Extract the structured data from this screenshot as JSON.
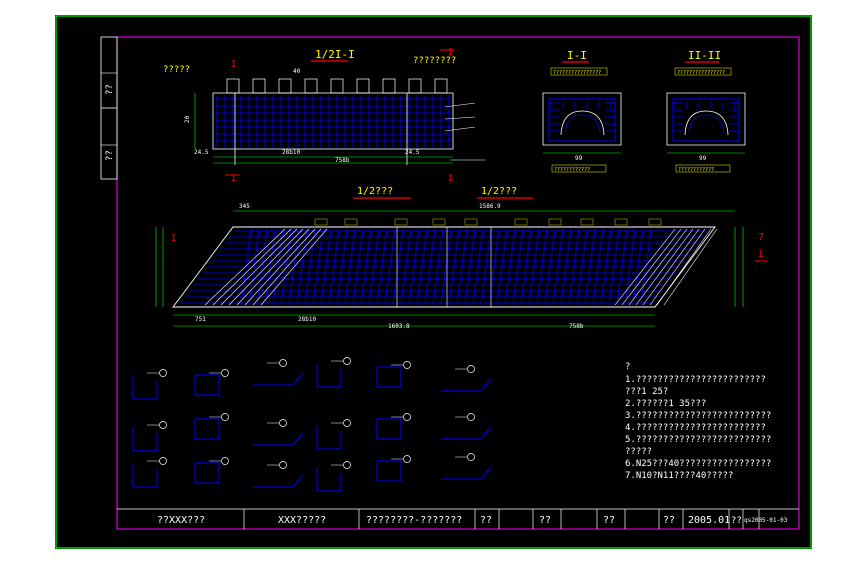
{
  "colors": {
    "background": "#000000",
    "frame": "#00ff00",
    "inner_frame": "#ff00ff",
    "rebar": "#0000ff",
    "dimension": "#00ff00",
    "section_mark": "#ff0000",
    "text": "#ffffff",
    "label": "#ffff00"
  },
  "side_strip": {
    "cell1": "??",
    "cell2": "??"
  },
  "top_view": {
    "title": "1/2I-I",
    "left_label": "?????",
    "right_label": "????????",
    "section_marks": [
      "I",
      "I"
    ],
    "dim_total": "758b",
    "dim_seg1": "28b10",
    "dim_left": "24.5",
    "dim_right": "24.5",
    "dim_40": "40",
    "dim_20": "20"
  },
  "sections": [
    {
      "title": "I-I",
      "subtitle": "????????????????",
      "footer": "????????????",
      "dim_width": "99"
    },
    {
      "title": "II-II",
      "subtitle": "????????????????",
      "footer": "????????????",
      "dim_width": "99"
    }
  ],
  "elevation": {
    "label_left": "1/2???",
    "label_right": "1/2???",
    "dim_total": "1586.9",
    "dim_mid": "1603.8",
    "dim_right": "758b",
    "dim_left": "28b10",
    "dim_751": "751",
    "dim_345": "345",
    "right_mark": "I"
  },
  "notes": {
    "header": "?",
    "lines": [
      "1.????????????????????????",
      "  ???1 25?",
      "2.??????1 35???",
      "3.?????????????????????????",
      "4.????????????????????????",
      "5.?????????????????????????",
      "  ?????",
      "6.N25???40?????????????????",
      "7.N10?N11????40?????"
    ]
  },
  "title_block": {
    "cells": [
      "??XXX???",
      "XXX?????",
      "????????-???????",
      "??",
      "??",
      "??",
      "??",
      "2005.01",
      "??",
      "qs2005-01-03"
    ]
  }
}
